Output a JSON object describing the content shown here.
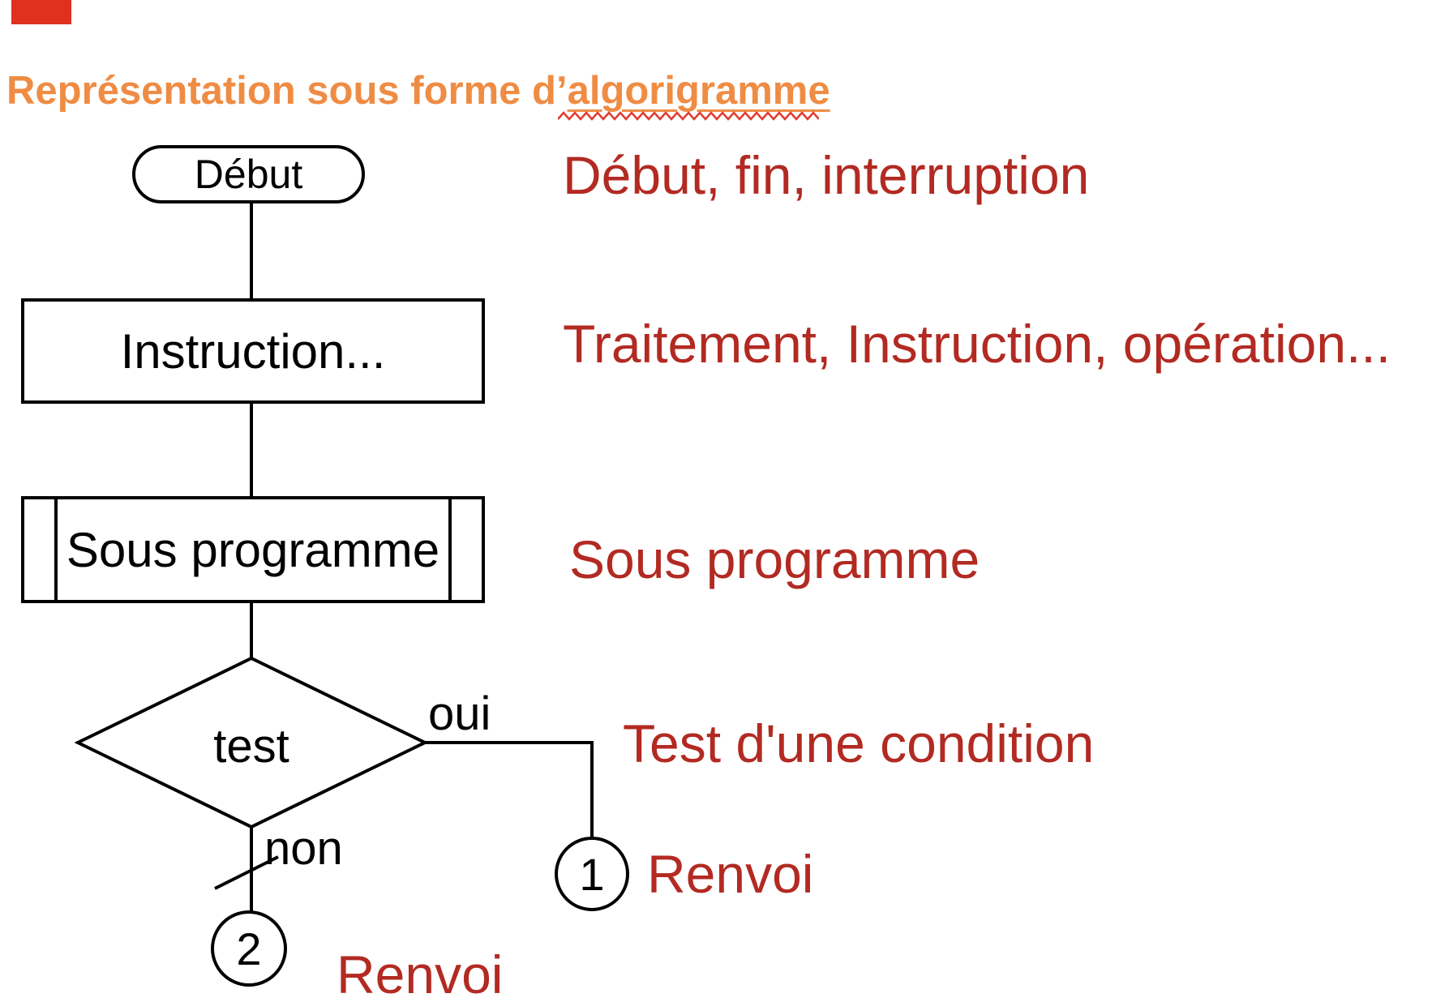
{
  "page": {
    "background": "#ffffff",
    "corner_tab_color": "#e0301e"
  },
  "title": {
    "prefix": "Représentation sous forme d’",
    "underlined_word": "algorigramme",
    "color": "#ef8c44",
    "squiggle_color": "#e03a2e"
  },
  "flowchart": {
    "stroke_color": "#000000",
    "terminator_label": "Début",
    "process_label": "Instruction...",
    "subroutine_label": "Sous programme",
    "decision_label": "test",
    "branch_yes_label": "oui",
    "branch_no_label": "non",
    "connector1_label": "1",
    "connector2_label": "2"
  },
  "annotations": {
    "color": "#b22a22",
    "terminator": "Début, fin, interruption",
    "process": "Traitement, Instruction, opération...",
    "subroutine": "Sous programme",
    "decision": "Test d'une condition",
    "connector1": "Renvoi",
    "connector2": "Renvoi"
  }
}
